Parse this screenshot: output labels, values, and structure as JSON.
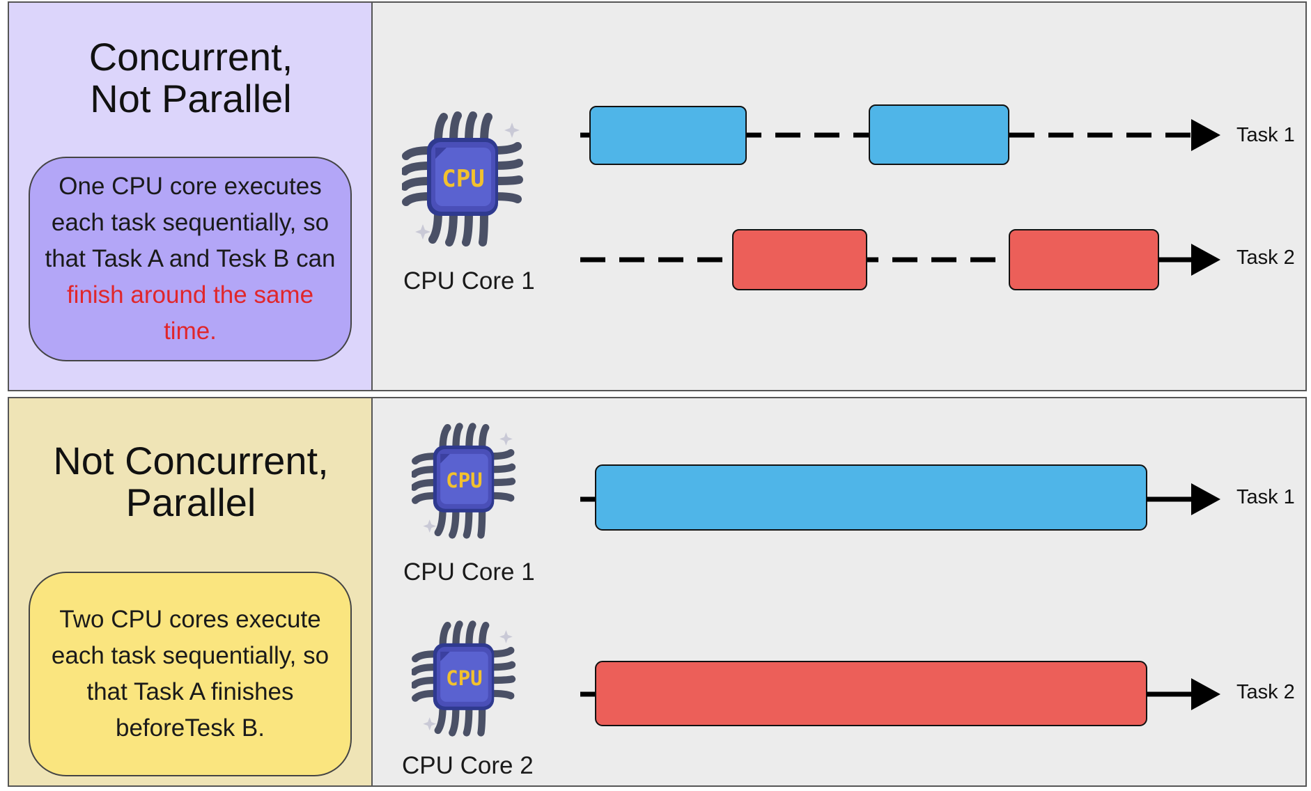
{
  "panels": {
    "concurrent": {
      "title_line1": "Concurrent,",
      "title_line2": "Not Parallel",
      "desc_text": "One CPU core executes each task sequentially, so that Task A and Tesk B can ",
      "desc_highlight": "finish around the same time.",
      "core_label": "CPU Core 1",
      "tasks": [
        "Task 1",
        "Task 2"
      ]
    },
    "parallel": {
      "title_line1": "Not Concurrent,",
      "title_line2": "Parallel",
      "desc_text": "Two CPU cores execute each task sequentially, so that Task A finishes beforeTesk B.",
      "cores": [
        "CPU Core 1",
        "CPU Core 2"
      ],
      "tasks": [
        "Task 1",
        "Task 2"
      ]
    }
  },
  "chip_text": "CPU",
  "colors": {
    "task1": "#4fb5e8",
    "task2": "#ec5f59",
    "highlight": "#e0262b",
    "chip": "#4a4fb8",
    "chip_text": "#f2c12e",
    "pins": "#4a5066"
  },
  "icons": [
    "cpu-chip-icon"
  ]
}
